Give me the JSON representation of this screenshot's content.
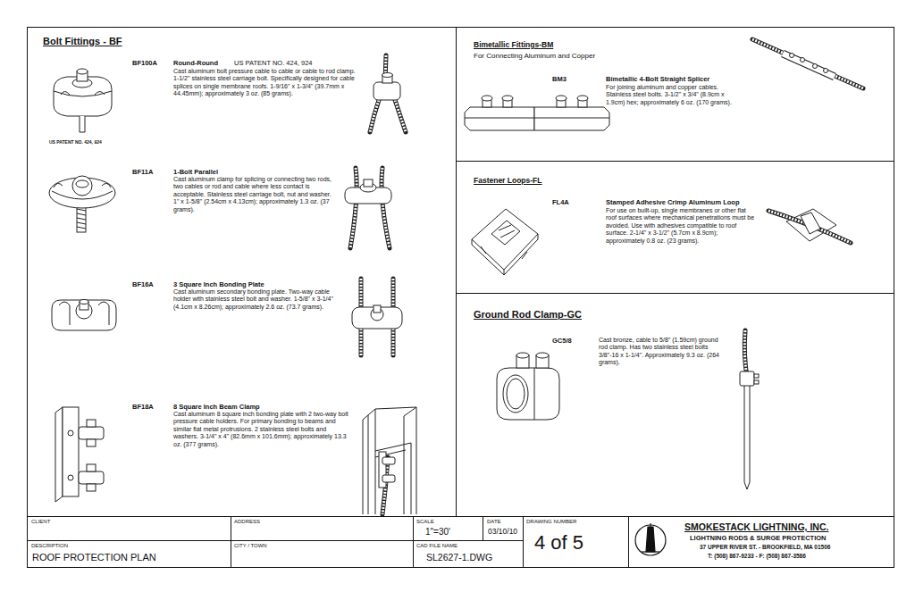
{
  "diagram": {
    "nodes": [
      {
        "text": [
          "Bolt Fittings - BF",
          "BF100A",
          "Round-Round",
          "US PATENT NO. 424, 924",
          "Cast aluminum bolt pressure cable to cable or cable to rod clamp. 1-1/2\" stainless steel carriage bolt. Specifically designed for cable splices on single membrane roofs. 1-9/16\" x 1-3/4\" (39.7mm x 44.45mm); approximately 3 oz. (85 grams).",
          "US PATENT NO. 424, 924",
          "BF11A",
          "1-Bolt Parallel",
          "Cast aluminum clamp for splicing or connecting two rods, two cables or rod and cable where less contact is acceptable. Stainless steel carriage bolt, nut and washer. 1\" x 1-5/8\" (2.54cm x 4.13cm); approximately 1.3 oz. (37 grams).",
          "BF16A",
          "3 Square Inch Bonding Plate",
          "Cast aluminum secondary bonding plate. Two-way cable holder with stainless steel bolt and washer. 1-5/8\" x 3-1/4\" (4.1cm x 8.26cm); approximately 2.6 oz. (73.7 grams).",
          "BF18A",
          "8 Square Inch Beam Clamp",
          "Cast aluminum 8 square inch bonding plate with 2 two-way bolt pressure cable holders. For primary bonding to beams and similar flat metal protrusions. 2 stainless steel bolts and washers. 3-1/4\" x 4\" (82.6mm x 101.6mm); approximately 13.3 oz. (377 grams)."
        ]
      },
      {
        "text": [
          "Bimetallic Fittings-BM",
          "For Connecting Aluminum and Copper",
          "BM3",
          "Bimetallic 4-Bolt Straight Splicer",
          "For joining aluminum and copper cables. Stainless steel bolts. 3-1/2\" x 3/4\" (8.9cm x 1.9cm) hex; approximately 6 oz. (170 grams)."
        ]
      },
      {
        "text": [
          "Fastener Loops-FL",
          "FL4A",
          "Stamped Adhesive Crimp Aluminum Loop",
          "For use on built-up, single membranes or other flat roof surfaces where mechanical penetrations must be avoided. Use with adhesives compatible to roof surface. 2-1/4\" x 3-1/2\" (5.7cm x 8.9cm); approximately 0.8 oz. (23 grams)."
        ]
      },
      {
        "text": [
          "Ground Rod Clamp-GC",
          "GC5/8",
          "Cast bronze, cable to 5/8\" (1.59cm) ground rod clamp. Has two stainless steel bolts 3/8\"-16 x 1-1/4\". Approximately 9.3 oz. (264 grams)."
        ]
      },
      {
        "text": [
          "CLIENT"
        ]
      },
      {
        "text": [
          "ADDRESS"
        ]
      },
      {
        "text": [
          "SCALE",
          "1\"=30'"
        ]
      },
      {
        "text": [
          "DATE",
          "03/10/10"
        ]
      },
      {
        "text": [
          "DRAWING NUMBER",
          "4 of 5"
        ]
      },
      {
        "text": [
          "SMOKESTACK LIGHTNING, INC.",
          "LIGHTNING RODS & SURGE PROTECTION",
          "37 UPPER RIVER ST. - BROOKFIELD, MA 01506",
          "T: (508) 867-9233 - F: (508) 867-3586"
        ]
      },
      {
        "text": [
          "DESCRIPTION",
          "ROOF PROTECTION PLAN"
        ]
      },
      {
        "text": [
          "CITY / TOWN"
        ]
      },
      {
        "text": [
          "CAD FILE NAME",
          "SL2627-1.DWG"
        ]
      }
    ]
  }
}
